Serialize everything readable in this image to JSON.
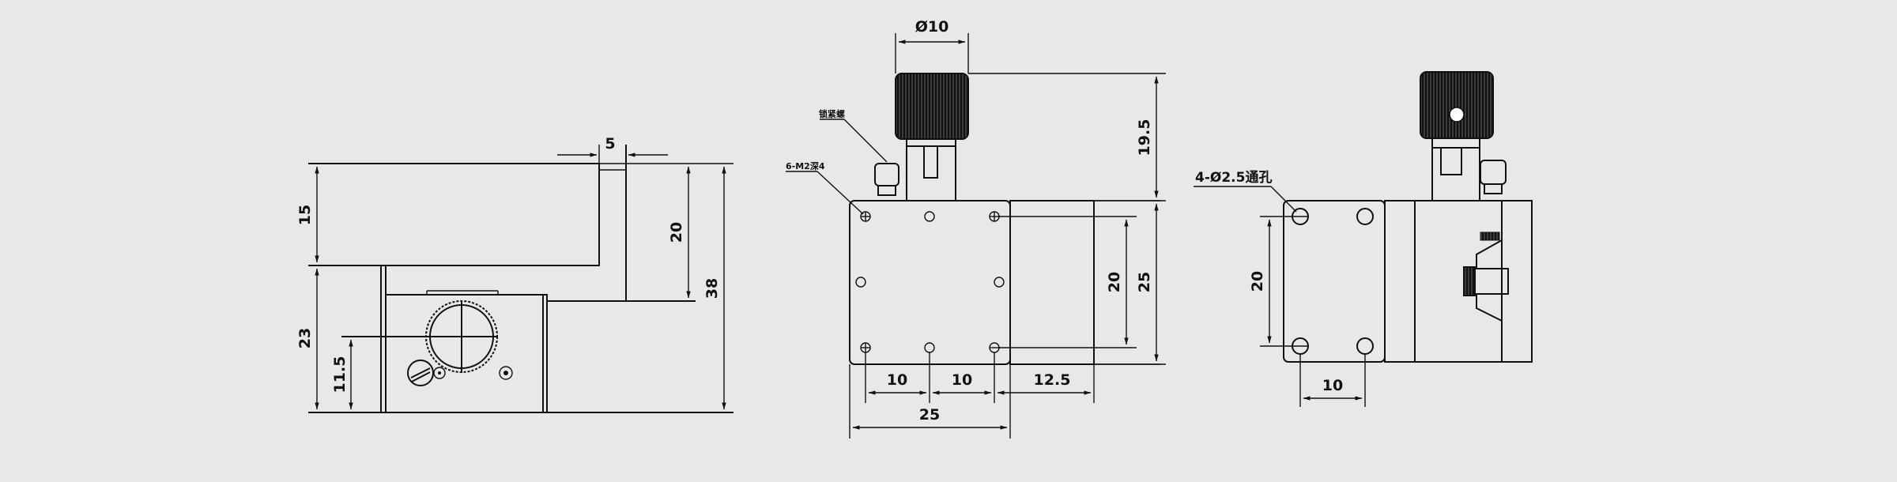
{
  "dimensions": {
    "side_top_width": "5",
    "side_upper_height": "15",
    "side_lower_height": "23",
    "side_center_height": "11.5",
    "side_right_short": "20",
    "side_total": "38",
    "knob_diameter": "Ø10",
    "knob_height": "19.5",
    "front_pitch_1": "10",
    "front_pitch_2": "10",
    "front_offset": "12.5",
    "front_width": "25",
    "front_hole_span": "20",
    "front_height": "25",
    "right_hole_span": "20",
    "right_hole_pitch": "10"
  },
  "annotations": {
    "locking_screw": "锁紧螺",
    "mounting_holes": "6-M2深4",
    "through_holes": "4-Ø2.5通孔"
  }
}
